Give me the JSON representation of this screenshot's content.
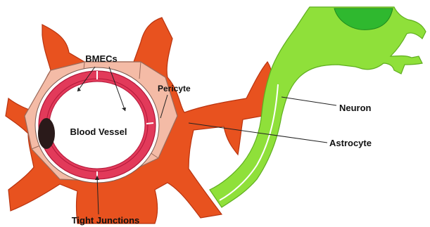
{
  "labels": {
    "bmecs": "BMECs",
    "pericyte": "Pericyte",
    "blood_vessel": "Blood Vessel",
    "neuron": "Neuron",
    "astrocyte": "Astrocyte",
    "tight_junctions": "Tight Junctions"
  },
  "colors": {
    "astrocyte": "#e8521f",
    "astrocyte_dark": "#b8330f",
    "pericyte": "#f4bba6",
    "bmec_ring": "#e23a5a",
    "bmec_dark": "#b3183a",
    "neuron": "#8fe03a",
    "neuron_body": "#2fb82f",
    "nucleus": "#2a1a1a"
  }
}
